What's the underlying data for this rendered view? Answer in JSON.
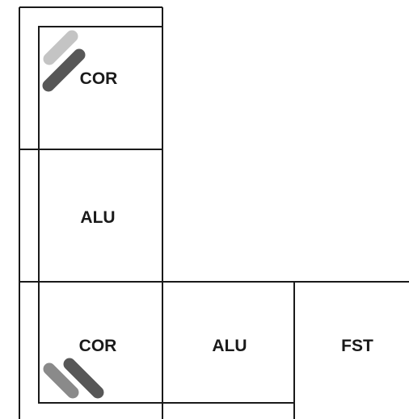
{
  "cells": {
    "top_cor": {
      "label": "COR"
    },
    "mid_alu": {
      "label": "ALU"
    },
    "bottom_cor": {
      "label": "COR"
    },
    "bottom_alu": {
      "label": "ALU"
    },
    "bottom_fst": {
      "label": "FST"
    }
  },
  "colors": {
    "line": "#1a1a1a",
    "mark_dark": "#575757",
    "mark_mid": "#8a8a8a",
    "mark_light": "#c4c4c4"
  },
  "icons": {
    "top_cor_mark": "diagonal-bars-icon",
    "bottom_cor_mark": "diagonal-bars-icon"
  }
}
